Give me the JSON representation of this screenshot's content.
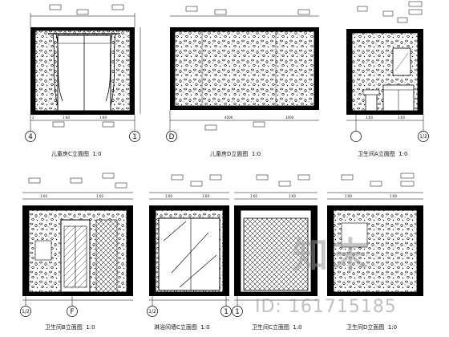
{
  "elevations": [
    {
      "caption": "儿童房C立面图",
      "scale": "1:0",
      "axis_left": "4",
      "axis_right": "1",
      "dims": [
        "1:60",
        "1:60"
      ]
    },
    {
      "caption": "儿童房D立面图",
      "scale": "1:0",
      "axis_left": "D",
      "axis_right": "",
      "dims": [
        "4000",
        "1000"
      ]
    },
    {
      "caption": "卫生间A立面图",
      "scale": "1:0",
      "axis_left": "",
      "axis_right": "1/2",
      "dims": [
        "1:60",
        "1:60"
      ]
    },
    {
      "caption": "卫生间B立面图",
      "scale": "1:0",
      "axis_left": "1/2",
      "axis_right": "F",
      "dims": [
        "1:60",
        "1:60"
      ]
    },
    {
      "caption": "淋浴间墙C立面图",
      "scale": "1:0",
      "axis_left": "1/2",
      "axis_right": "1",
      "dims": [
        "1:60",
        "1:60"
      ]
    },
    {
      "caption": "卫生间C立面图",
      "scale": "1:0",
      "axis_left": "1",
      "axis_right": "",
      "dims": [
        "1:60",
        "1:60"
      ]
    },
    {
      "caption": "卫生间D立面图",
      "scale": "1:0",
      "axis_left": "",
      "axis_right": "",
      "dims": [
        "1:60",
        "1:60"
      ]
    }
  ],
  "watermark": {
    "site": "知末",
    "id": "ID: 161715185"
  },
  "colors": {
    "ink": "#000000",
    "paper": "#ffffff",
    "watermark": "#969696"
  }
}
